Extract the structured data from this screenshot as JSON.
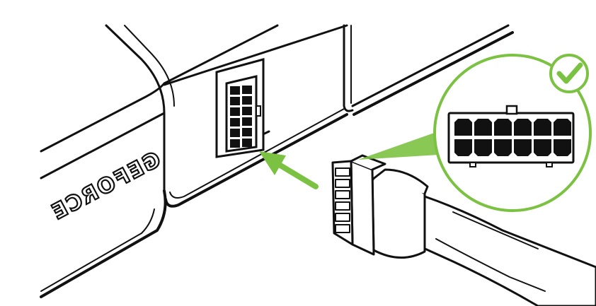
{
  "brand_text": "GEFORCE",
  "icons": {
    "check": "check-badge-icon",
    "arrow": "insert-direction-arrow-icon"
  },
  "connector": {
    "type": "12-pin",
    "rows": 2,
    "pins_per_row": 6
  },
  "colors": {
    "line": "#111111",
    "accent": "#7cc242",
    "background": "#ffffff"
  }
}
